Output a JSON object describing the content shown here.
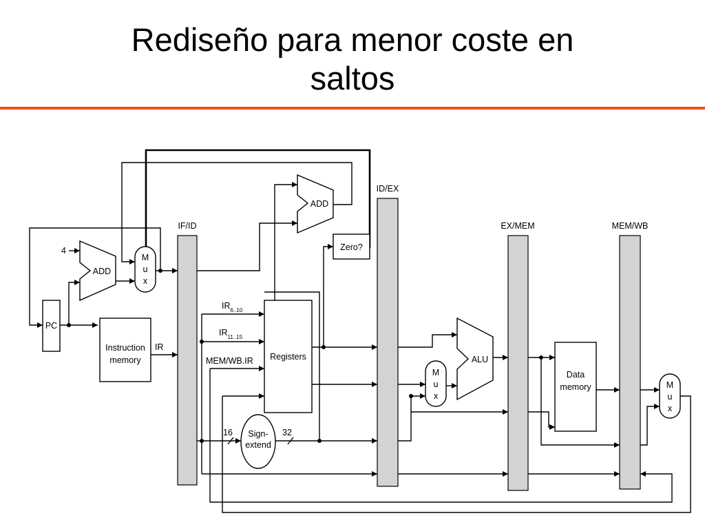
{
  "slide": {
    "title_line1": "Rediseño para menor coste en",
    "title_line2": "saltos",
    "accent_color": "#f04e23"
  },
  "diagram": {
    "pipeline_registers": [
      "IF/ID",
      "ID/EX",
      "EX/MEM",
      "MEM/WB"
    ],
    "components": {
      "pc": "PC",
      "instruction_memory_line1": "Instruction",
      "instruction_memory_line2": "memory",
      "add_pc": "ADD",
      "add_branch": "ADD",
      "mux_char1": "M",
      "mux_char2": "u",
      "mux_char3": "x",
      "zero_test": "Zero?",
      "registers": "Registers",
      "sign_extend_line1": "Sign-",
      "sign_extend_line2": "extend",
      "alu": "ALU",
      "data_memory_line1": "Data",
      "data_memory_line2": "memory"
    },
    "labels": {
      "const_4": "4",
      "ir": "IR",
      "ir_a": "IR",
      "ir_a_sub": "6..10",
      "ir_b": "IR",
      "ir_b_sub": "11..15",
      "memwb_ir": "MEM/WB.IR",
      "bits_16": "16",
      "bits_32": "32"
    }
  }
}
